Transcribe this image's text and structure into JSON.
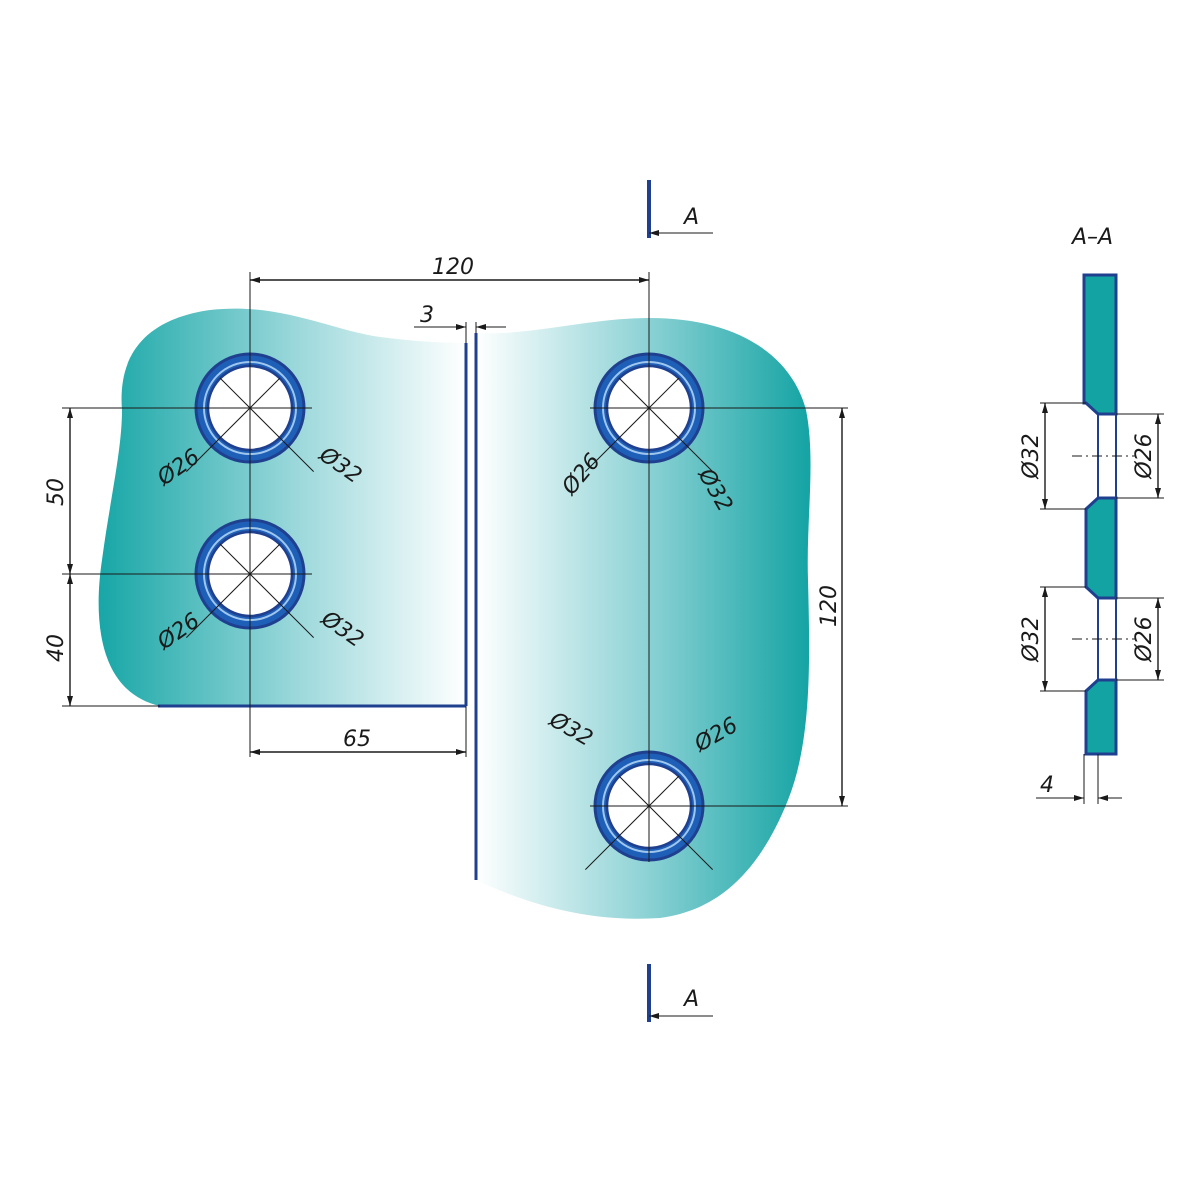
{
  "section_mark": {
    "letter": "A"
  },
  "section_view": {
    "title": "A–A"
  },
  "dimensions": {
    "hole_spacing_horizontal": "120",
    "gap": "3",
    "left_vertical_upper": "50",
    "left_vertical_lower": "40",
    "left_bottom_width": "65",
    "right_vertical": "120",
    "thickness": "4"
  },
  "holes": {
    "inner_dia": "Ø26",
    "outer_dia": "Ø32"
  },
  "colors": {
    "plate": "#1aa5a5",
    "edge": "#1f3f8f",
    "ring": "#1e5fb8",
    "dim_line": "#1a1a1a"
  }
}
